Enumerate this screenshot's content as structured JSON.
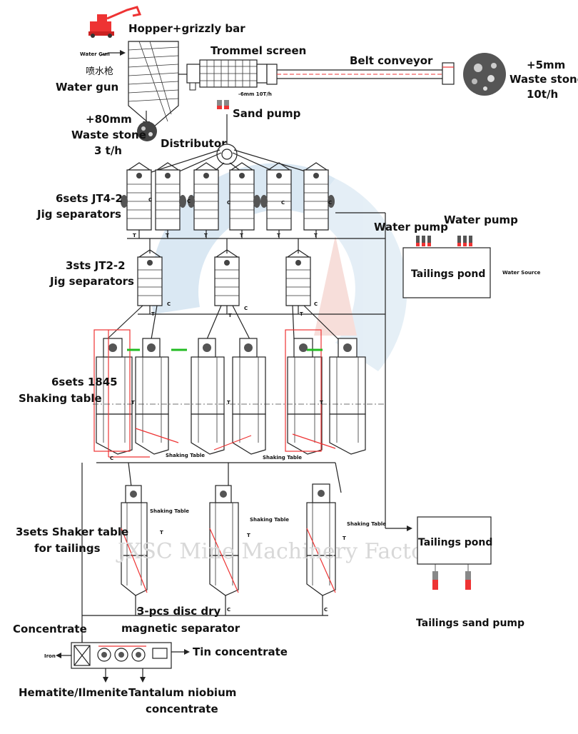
{
  "labels": {
    "hopper": "Hopper+grizzly bar",
    "trommel": "Trommel screen",
    "belt": "Belt conveyor",
    "water_gun_cn": "喷水枪",
    "water_gun_small": "Water Gun",
    "water_gun": "Water gun",
    "sand_pump_top": "Sand pump",
    "waste80_size": "+80mm",
    "waste80_name": "Waste stone",
    "waste80_rate": "3 t/h",
    "waste5_size": "+5mm",
    "waste5_name": "Waste stone",
    "waste5_rate": "10t/h",
    "trommel_note": "-6mm 10T/h",
    "distributor": "Distributor",
    "jig1_a": "6sets JT4-2",
    "jig1_b": "Jig separators",
    "jig2_a": "3sts JT2-2",
    "jig2_b": "Jig separators",
    "water_pump_1": "Water pump",
    "water_pump_2": "Water pump",
    "tailings_pond_1": "Tailings pond",
    "water_source": "Water Source",
    "table1_a": "6sets 1845",
    "table1_b": "Shaking table",
    "shaking_table_small": "Shaking Table",
    "table2_a": "3sets Shaker table",
    "table2_b": "for tailings",
    "tailings_pond_2": "Tailings pond",
    "tailings_sand_pump": "Tailings sand pump",
    "magnetic_a": "3-pcs disc dry",
    "magnetic_b": "magnetic separator",
    "concentrate": "Concentrate",
    "iron": "Iron",
    "tin": "Tin concentrate",
    "hematite": "Hematite/Ilmenite",
    "tantalum_a": "Tantalum niobium",
    "tantalum_b": "concentrate",
    "watermark": "JXSC Mine Machinery Factory",
    "mark_c": "C",
    "mark_t": "T"
  },
  "colors": {
    "line": "#222222",
    "accent_red": "#e33333",
    "accent_green": "#22bb22",
    "watermark_blue": "#bcd6ea",
    "watermark_red": "#f2c4bc"
  }
}
